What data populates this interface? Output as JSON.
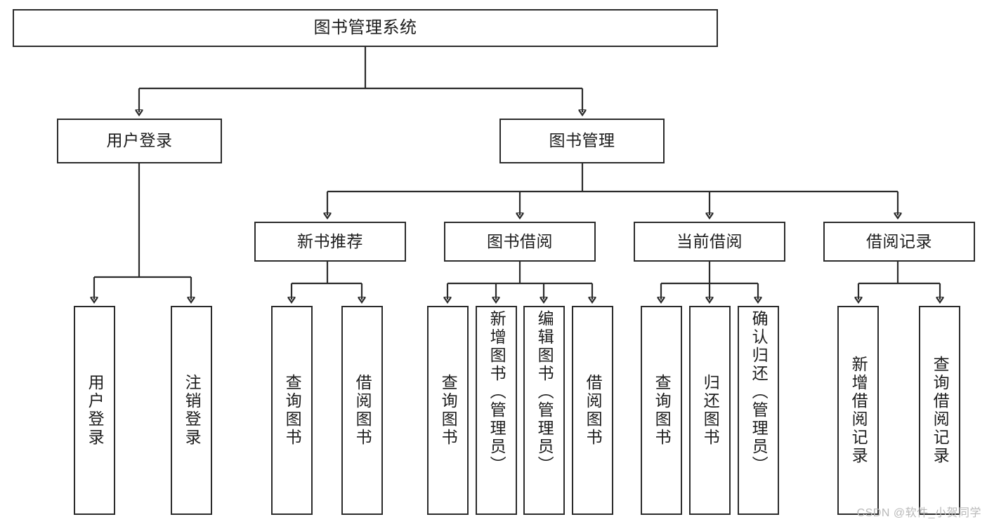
{
  "diagram": {
    "title": "图书管理系统",
    "type": "hierarchy-tree",
    "watermark": "CSDN @软件_小贺同学",
    "colors": {
      "stroke": "#2b2b2b",
      "fill": "#ffffff",
      "text": "#1c1c1c",
      "watermark": "#b9b9b9"
    },
    "nodes": {
      "root": {
        "label": "图书管理系统"
      },
      "level2": [
        {
          "label": "用户登录"
        },
        {
          "label": "图书管理"
        }
      ],
      "level3": [
        {
          "label": "新书推荐"
        },
        {
          "label": "图书借阅"
        },
        {
          "label": "当前借阅"
        },
        {
          "label": "借阅记录"
        }
      ],
      "leaves": {
        "user_login": [
          {
            "label": "用户登录"
          },
          {
            "label": "注销登录"
          }
        ],
        "new_book": [
          {
            "label": "查询图书"
          },
          {
            "label": "借阅图书"
          }
        ],
        "book_borrow": [
          {
            "label": "查询图书"
          },
          {
            "label": "新增图书（管理员）"
          },
          {
            "label": "编辑图书（管理员）"
          },
          {
            "label": "借阅图书"
          }
        ],
        "current_borrow": [
          {
            "label": "查询图书"
          },
          {
            "label": "归还图书"
          },
          {
            "label": "确认归还（管理员）"
          }
        ],
        "borrow_record": [
          {
            "label": "新增借阅记录"
          },
          {
            "label": "查询借阅记录"
          }
        ]
      }
    }
  }
}
